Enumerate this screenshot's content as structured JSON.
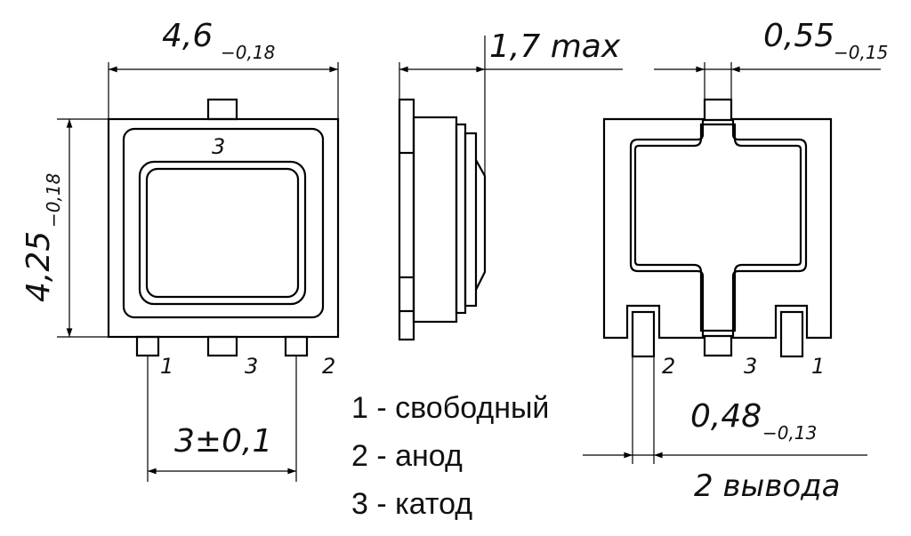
{
  "dimensions": {
    "width": {
      "main": "4,6",
      "tol": "−0,18"
    },
    "height": {
      "main": "4,25",
      "tol": "−0,18"
    },
    "thickness": {
      "main": "1,7 max"
    },
    "lead_width": {
      "main": "0,55",
      "tol": "−0,15"
    },
    "pitch": {
      "main": "3±0,1"
    },
    "pad_width": {
      "main": "0,48",
      "tol": "−0,13"
    },
    "pad_count": "2 вывода"
  },
  "pin_labels": {
    "front_top": "3",
    "front_bottom_left": "1",
    "front_bottom_mid": "3",
    "front_bottom_right": "2",
    "back_bottom_left": "2",
    "back_bottom_mid": "3",
    "back_bottom_right": "1"
  },
  "legend": [
    "1 - свободный",
    "2 - анод",
    "3 - катод"
  ]
}
